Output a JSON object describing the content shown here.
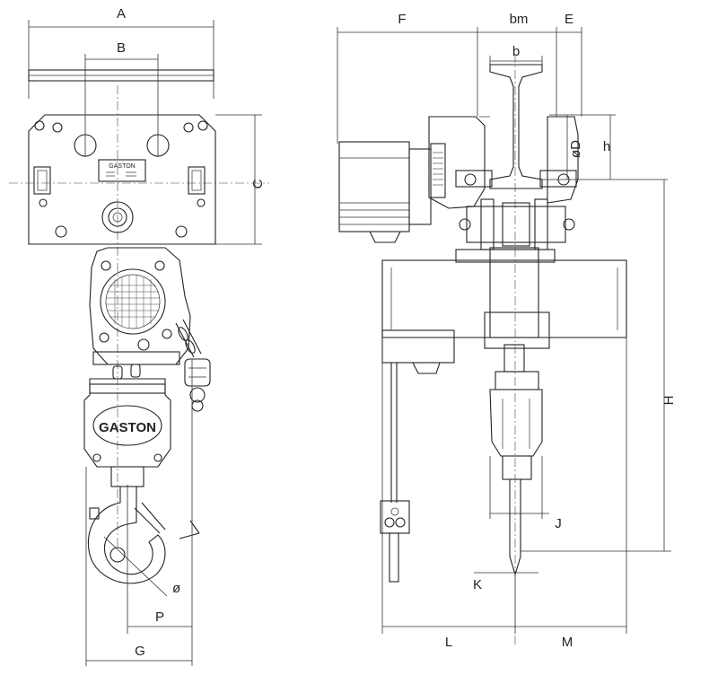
{
  "plate_text": "GASTON",
  "hook_block_text": "GASTON",
  "dimension_labels": {
    "A": "A",
    "B": "B",
    "C": "C",
    "F": "F",
    "bm": "bm",
    "E": "E",
    "b": "b",
    "D": "øD",
    "h": "h",
    "H": "H",
    "J": "J",
    "K": "K",
    "L": "L",
    "M": "M",
    "P": "P",
    "G": "G",
    "phi": "ø"
  }
}
